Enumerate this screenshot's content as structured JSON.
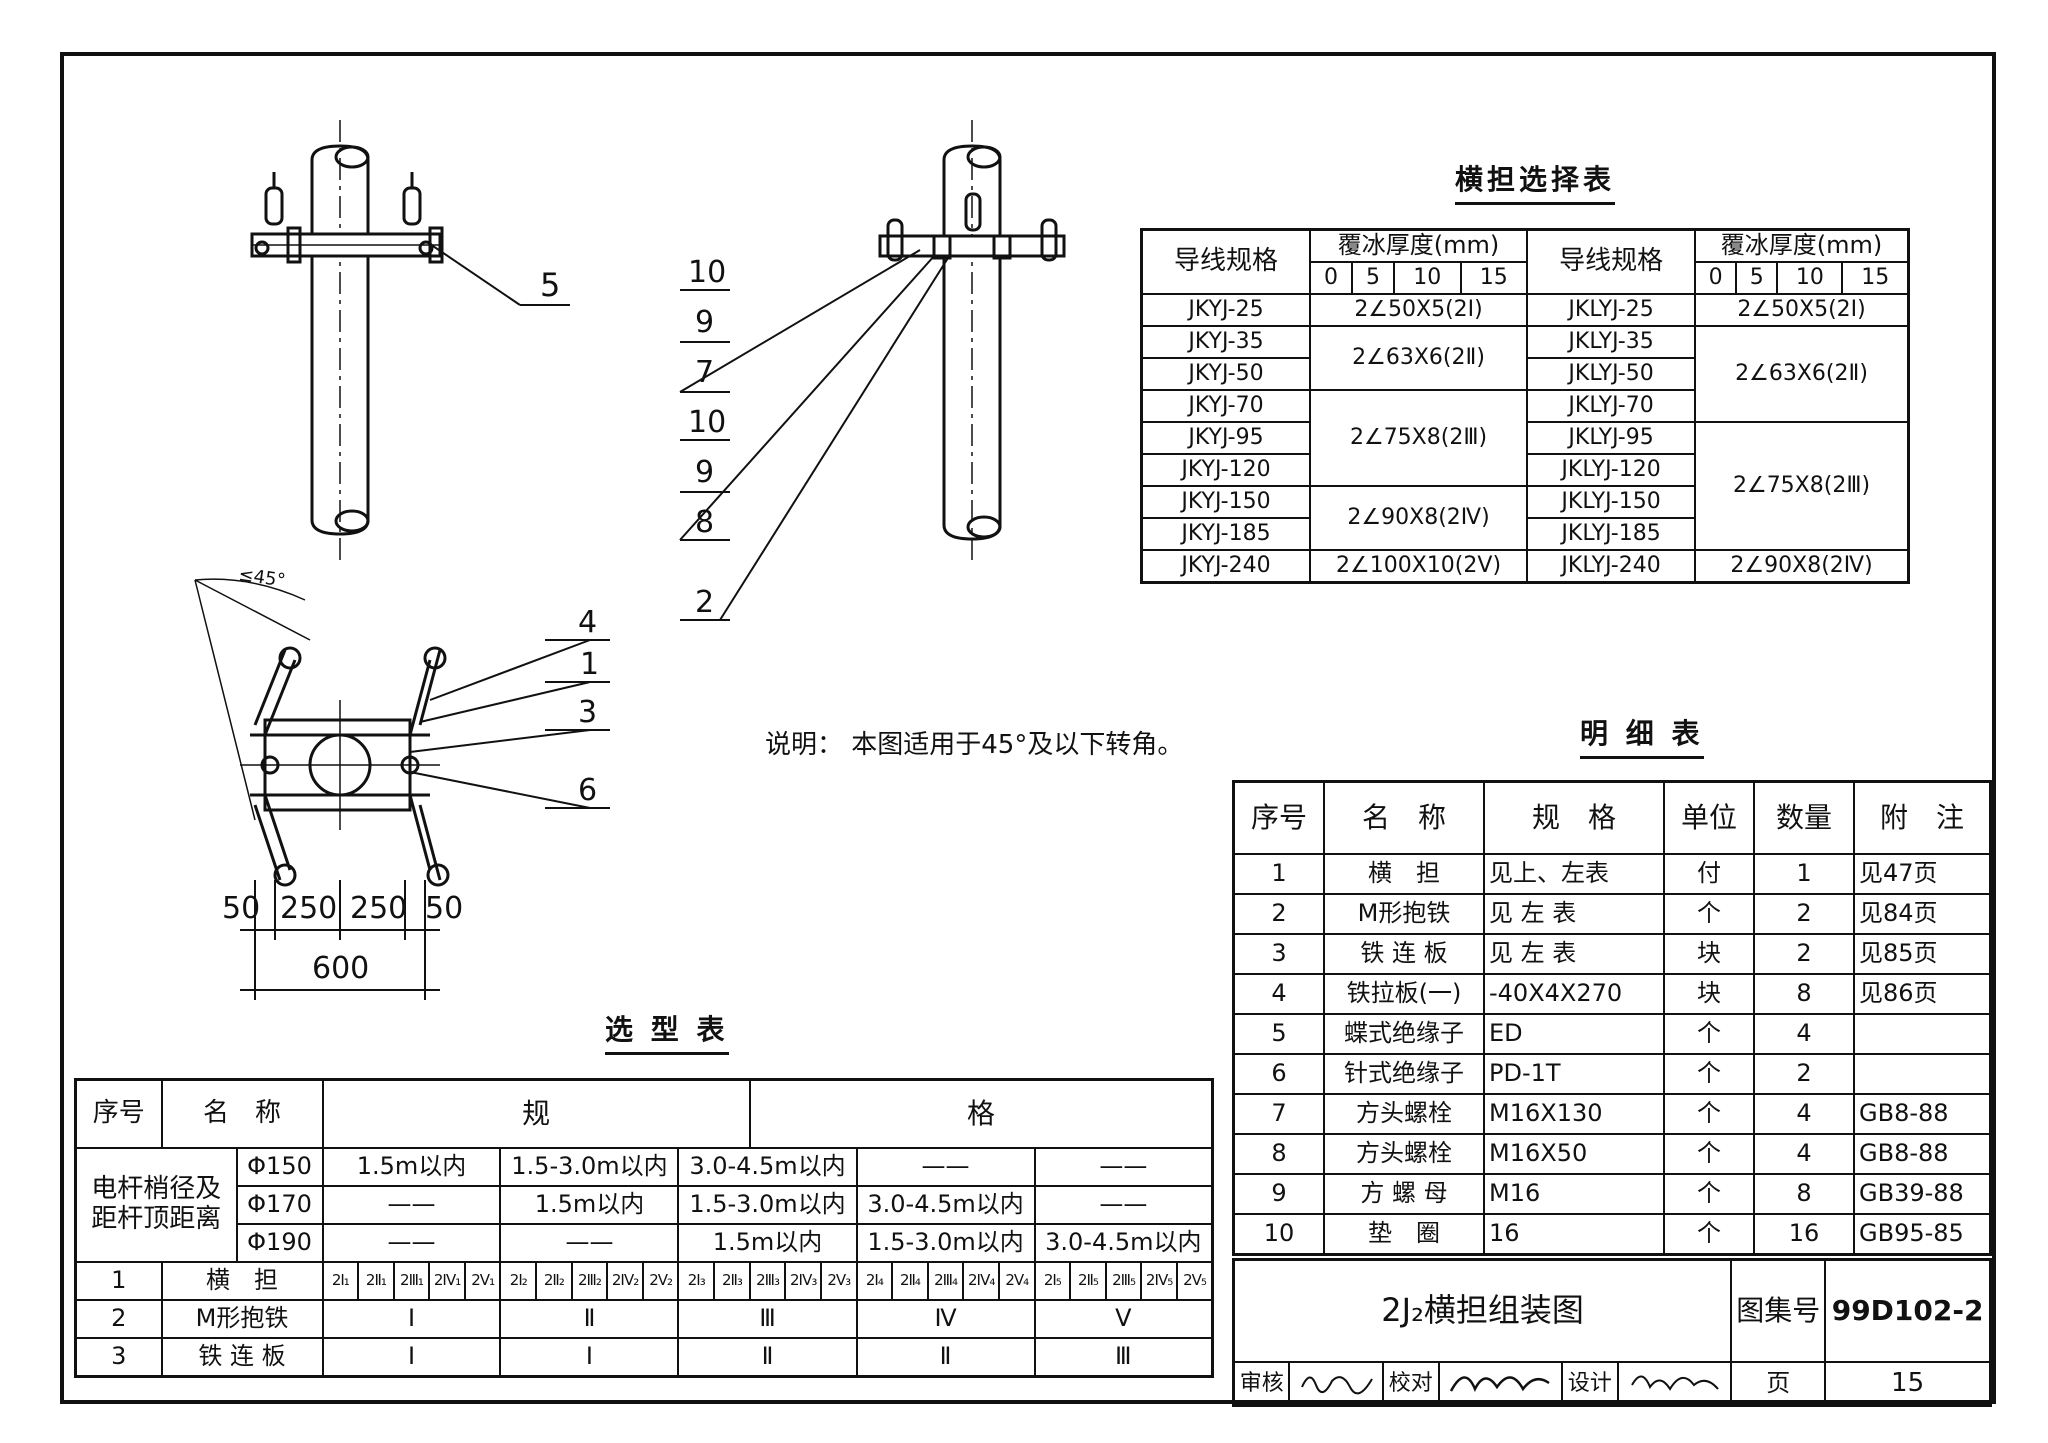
{
  "drawing": {
    "labels_front": [
      "5"
    ],
    "labels_side": [
      "10",
      "9",
      "7",
      "10",
      "9",
      "8",
      "2"
    ],
    "labels_plan": [
      "4",
      "1",
      "3",
      "6"
    ],
    "angle_label": "≤45°",
    "dims_top": [
      "50",
      "250",
      "250",
      "50"
    ],
    "dim_total": "600"
  },
  "note": "说明：  本图适用于45°及以下转角。",
  "cross_table": {
    "title": "横担选择表",
    "h_spec": "导线规格",
    "h_ice": "覆冰厚度(mm)",
    "ice_cols": [
      "0",
      "5",
      "10",
      "15"
    ],
    "left_specs": [
      "JKYJ-25",
      "JKYJ-35",
      "JKYJ-50",
      "JKYJ-70",
      "JKYJ-95",
      "JKYJ-120",
      "JKYJ-150",
      "JKYJ-185",
      "JKYJ-240"
    ],
    "left_vals": [
      "2∠50X5(2Ⅰ)",
      "2∠63X6(2Ⅱ)",
      "2∠75X8(2Ⅲ)",
      "2∠90X8(2Ⅳ)",
      "2∠100X10(2Ⅴ)"
    ],
    "right_specs": [
      "JKLYJ-25",
      "JKLYJ-35",
      "JKLYJ-50",
      "JKLYJ-70",
      "JKLYJ-95",
      "JKLYJ-120",
      "JKLYJ-150",
      "JKLYJ-185",
      "JKLYJ-240"
    ],
    "right_vals": [
      "2∠50X5(2Ⅰ)",
      "2∠63X6(2Ⅱ)",
      "2∠75X8(2Ⅲ)",
      "2∠90X8(2Ⅳ)"
    ]
  },
  "detail_table": {
    "title": "明 细 表",
    "headers": [
      "序号",
      "名　称",
      "规　格",
      "单位",
      "数量",
      "附　注"
    ],
    "rows": [
      [
        "1",
        "横　担",
        "见上、左表",
        "付",
        "1",
        "见47页"
      ],
      [
        "2",
        "M形抱铁",
        "见 左 表",
        "个",
        "2",
        "见84页"
      ],
      [
        "3",
        "铁 连 板",
        "见 左 表",
        "块",
        "2",
        "见85页"
      ],
      [
        "4",
        "铁拉板(一)",
        "-40X4X270",
        "块",
        "8",
        "见86页"
      ],
      [
        "5",
        "蝶式绝缘子",
        "ED",
        "个",
        "4",
        ""
      ],
      [
        "6",
        "针式绝缘子",
        "PD-1T",
        "个",
        "2",
        ""
      ],
      [
        "7",
        "方头螺栓",
        "M16X130",
        "个",
        "4",
        "GB8-88"
      ],
      [
        "8",
        "方头螺栓",
        "M16X50",
        "个",
        "4",
        "GB8-88"
      ],
      [
        "9",
        "方 螺 母",
        "M16",
        "个",
        "8",
        "GB39-88"
      ],
      [
        "10",
        "垫　圈",
        "16",
        "个",
        "16",
        "GB95-85"
      ]
    ]
  },
  "select_table": {
    "title": "选 型 表",
    "h_no": "序号",
    "h_name": "名　称",
    "h_spec_left": "规",
    "h_spec_right": "格",
    "pole_label": "电杆梢径及距杆顶距离",
    "phi": [
      "Φ150",
      "Φ170",
      "Φ190"
    ],
    "range_rows": [
      [
        "1.5m以内",
        "1.5-3.0m以内",
        "3.0-4.5m以内",
        "——",
        "——"
      ],
      [
        "——",
        "1.5m以内",
        "1.5-3.0m以内",
        "3.0-4.5m以内",
        "——"
      ],
      [
        "——",
        "——",
        "1.5m以内",
        "1.5-3.0m以内",
        "3.0-4.5m以内"
      ]
    ],
    "row1_no": "1",
    "row1_name": "横　担",
    "row1_codes": [
      "2Ⅰ₁",
      "2Ⅱ₁",
      "2Ⅲ₁",
      "2Ⅳ₁",
      "2Ⅴ₁",
      "2Ⅰ₂",
      "2Ⅱ₂",
      "2Ⅲ₂",
      "2Ⅳ₂",
      "2Ⅴ₂",
      "2Ⅰ₃",
      "2Ⅱ₃",
      "2Ⅲ₃",
      "2Ⅳ₃",
      "2Ⅴ₃",
      "2Ⅰ₄",
      "2Ⅱ₄",
      "2Ⅲ₄",
      "2Ⅳ₄",
      "2Ⅴ₄",
      "2Ⅰ₅",
      "2Ⅱ₅",
      "2Ⅲ₅",
      "2Ⅳ₅",
      "2Ⅴ₅"
    ],
    "row2_no": "2",
    "row2_name": "M形抱铁",
    "row2_vals": [
      "Ⅰ",
      "Ⅱ",
      "Ⅲ",
      "Ⅳ",
      "Ⅴ"
    ],
    "row3_no": "3",
    "row3_name": "铁 连 板",
    "row3_vals": [
      "Ⅰ",
      "Ⅰ",
      "Ⅱ",
      "Ⅱ",
      "Ⅲ"
    ]
  },
  "title_block": {
    "drawing_title": "2J₂横担组装图",
    "atlas_label": "图集号",
    "atlas_no": "99D102-2",
    "review_label": "审核",
    "check_label": "校对",
    "design_label": "设计",
    "page_label": "页",
    "page_no": "15"
  }
}
